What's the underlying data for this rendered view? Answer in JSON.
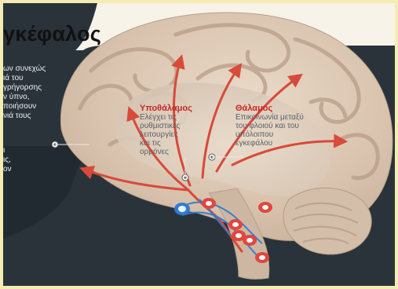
{
  "header": {
    "title": "γκέφαλος"
  },
  "left_panel": {
    "text_top": [
      "ων συνεχώς",
      "ιά του",
      "γρήγορσης",
      "ν ύπνο,",
      "ποιήσουν",
      "νιά τους"
    ],
    "text_bottom": [
      "ι",
      "ις,",
      "ον"
    ]
  },
  "labels": {
    "hypothalamus": {
      "title": "Υποθάλαμος",
      "lines": [
        "Ελέγχει τις",
        "ρυθμιστικές",
        "λειτουργίες",
        "και τις",
        "ορμόνες"
      ]
    },
    "thalamus": {
      "title": "Θάλαμος",
      "lines": [
        "Επικοινωνία μεταξύ",
        "του φλοιού και του",
        "υπόλοιπου",
        "εγκεφάλου"
      ]
    }
  },
  "colors": {
    "border": "#f4ecb2",
    "panel": "#2b333a",
    "brain": "#d9c6b4",
    "pathway": "#d84a3a",
    "label_title": "#c6282a",
    "neurons_red": "#e2463d",
    "neurons_blue": "#2f7bd1"
  },
  "icons": {
    "arrow": "up-arrow-icon",
    "neuron_red": "neuron-red-icon",
    "neuron_blue": "neuron-blue-icon"
  }
}
